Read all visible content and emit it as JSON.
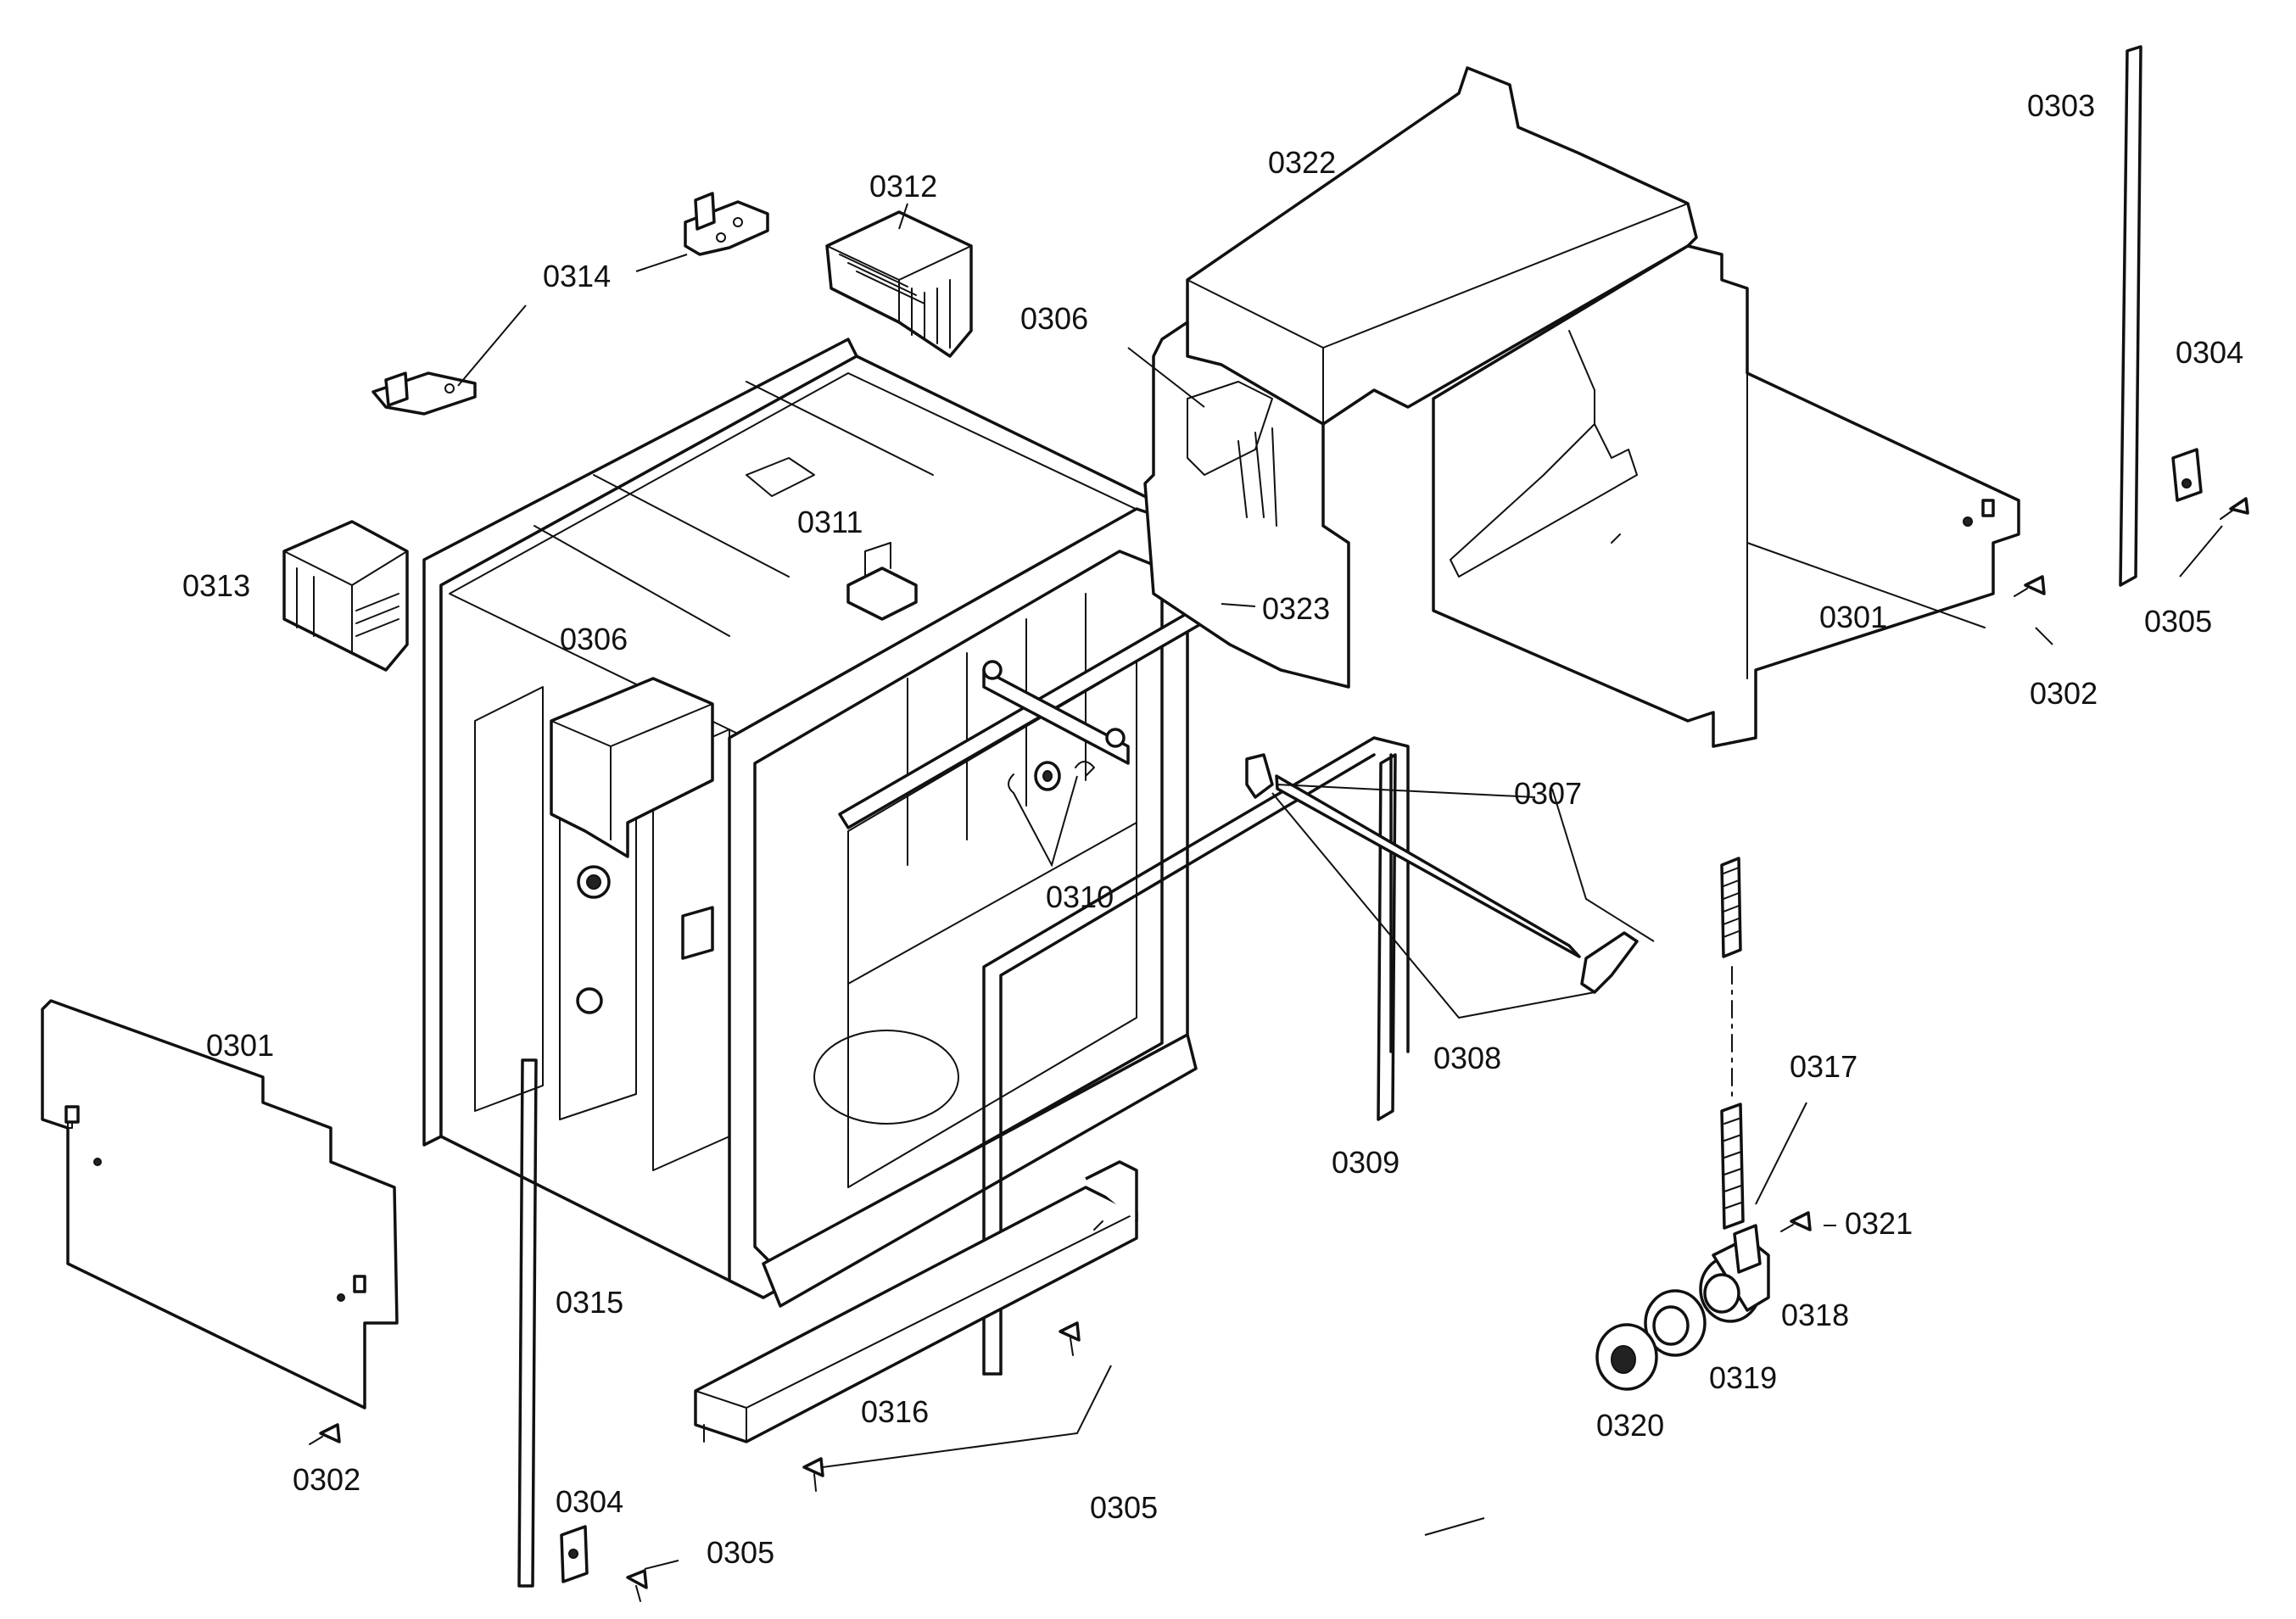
{
  "labels": {
    "l0301a": "0301",
    "l0301b": "0301",
    "l0302a": "0302",
    "l0302b": "0302",
    "l0303": "0303",
    "l0304a": "0304",
    "l0304b": "0304",
    "l0305a": "0305",
    "l0305b": "0305",
    "l0305c": "0305",
    "l0306a": "0306",
    "l0306b": "0306",
    "l0307": "0307",
    "l0308": "0308",
    "l0309": "0309",
    "l0310": "0310",
    "l0311": "0311",
    "l0312": "0312",
    "l0313": "0313",
    "l0314": "0314",
    "l0315": "0315",
    "l0316": "0316",
    "l0317": "0317",
    "l0318": "0318",
    "l0319": "0319",
    "l0320": "0320",
    "l0321": "0321",
    "l0322": "0322",
    "l0323": "0323"
  }
}
